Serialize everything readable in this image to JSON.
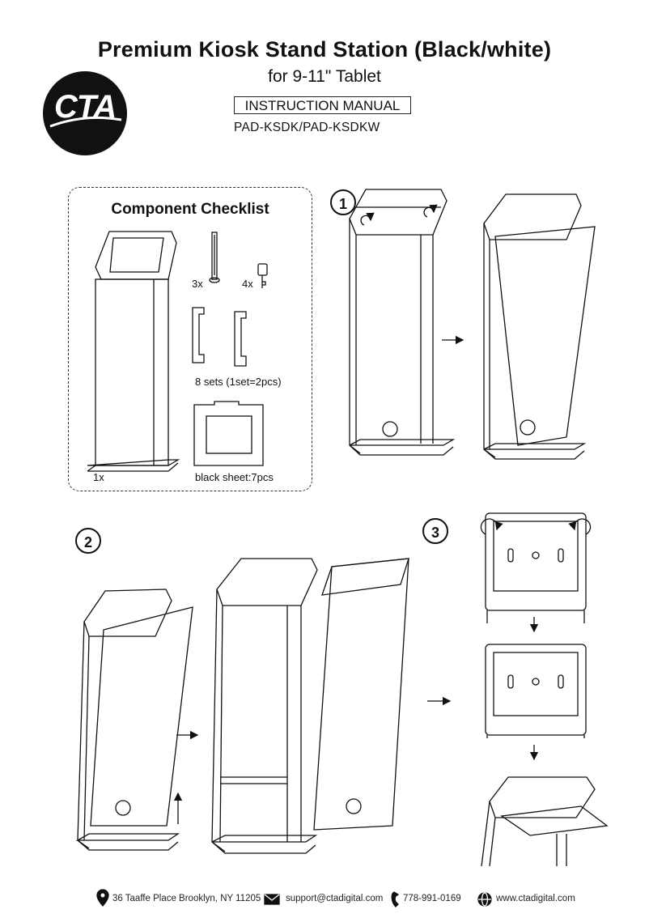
{
  "header": {
    "title": "Premium Kiosk Stand Station (Black/white)",
    "subtitle": "for 9-11\" Tablet",
    "manual_label": "INSTRUCTION MANUAL",
    "model": "PAD-KSDK/PAD-KSDKW",
    "logo_text": "CTA"
  },
  "checklist": {
    "title": "Component Checklist",
    "items": [
      {
        "name": "kiosk stand",
        "qty": "1x"
      },
      {
        "name": "screw",
        "qty": "3x"
      },
      {
        "name": "key",
        "qty": "4x"
      },
      {
        "name": "brackets",
        "qty": "8 sets (1set=2pcs)"
      },
      {
        "name": "sheet",
        "qty": "black sheet:7pcs"
      }
    ]
  },
  "steps": [
    "1",
    "2",
    "3"
  ],
  "footer": {
    "address": "36 Taaffe Place Brooklyn, NY 11205",
    "email": "support@ctadigital.com",
    "phone": "778-991-0169",
    "website": "www.ctadigital.com",
    "icons": [
      "location-pin-icon",
      "envelope-icon",
      "phone-icon",
      "globe-icon"
    ]
  }
}
